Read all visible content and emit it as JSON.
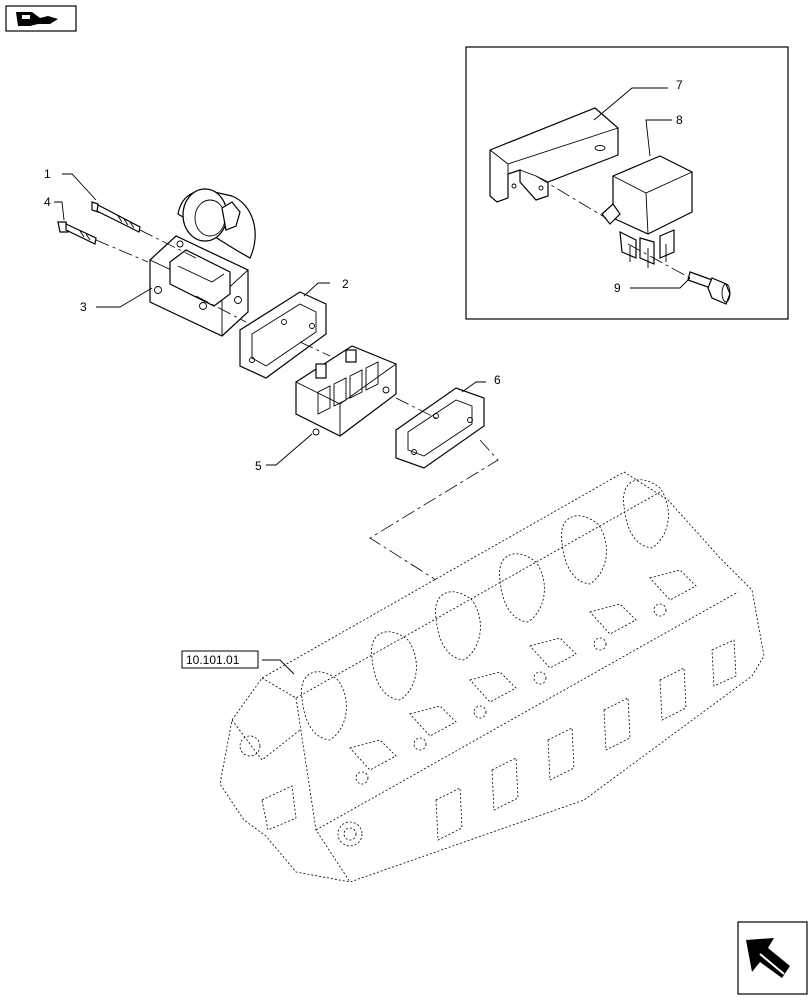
{
  "callouts": {
    "c1": "1",
    "c2": "2",
    "c3": "3",
    "c4": "4",
    "c5": "5",
    "c6": "6",
    "c7": "7",
    "c8": "8",
    "c9": "9"
  },
  "reference": {
    "label": "10.101.01"
  },
  "icons": {
    "top_left": "book-arrow-icon",
    "bottom_right": "next-page-arrow-icon"
  }
}
